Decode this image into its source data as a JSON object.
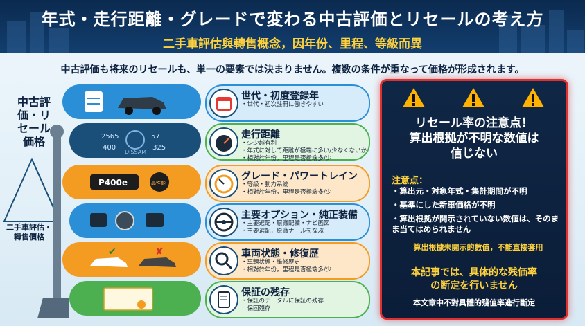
{
  "header": {
    "title": "年式・走行距離・グレードで変わる中古評価とリセールの考え方",
    "subtitle": "二手車評估與轉售概念，因年份、里程、等級而異"
  },
  "intro": "中古評価も将来のリセールも、単一の要素では決まりません。複数の条件が重なって価格が形成されます。",
  "left": {
    "label": "中古評価・リセール価格",
    "sublabel": "二手車評估・轉售價格"
  },
  "bands": {
    "odometer_left": "2565",
    "odometer_left2": "400",
    "odometer_right": "57",
    "odometer_right2": "325",
    "dash_brand": "DISSAM",
    "badge": "P400e",
    "gauge_label": "高性能"
  },
  "rows": [
    {
      "title": "世代・初度登録年",
      "bullets": [
        "・世代・初次註冊に働きやすい"
      ],
      "icon": "calendar-icon"
    },
    {
      "title": "走行距離",
      "bullets": [
        "・少少越有利",
        "・年式に対して距離が極端に多い/少なくないか",
        "・相對於年份，里程是否極端多/少"
      ],
      "icon": "speedometer-icon"
    },
    {
      "title": "グレード・パワートレイン",
      "bullets": [
        "・等級・動力系統",
        "・相對於年份，里程是否極端多/少"
      ],
      "icon": "gauge-icon"
    },
    {
      "title": "主要オプション・純正装備",
      "bullets": [
        "・主要選配・原廠配備・ナビ画図",
        "・主要選配，原廠ナールをなぶ"
      ],
      "icon": "steering-wheel-icon"
    },
    {
      "title": "車両状態・修復歴",
      "bullets": [
        "・車輌状態・維修歷史",
        "・相對於年份，里程是否極端多/少"
      ],
      "icon": "magnifier-icon"
    },
    {
      "title": "保証の残存",
      "bullets": [
        "・保証のデータルに保証の残存",
        "　保固殘存"
      ],
      "icon": "document-icon"
    }
  ],
  "panel": {
    "heading": [
      "リセール率の注意点！",
      "算出根拠が不明な数値は",
      "信じない"
    ],
    "label": "注意点：",
    "items": [
      "・算出元・対象年式・集計期間が不明",
      "・基準にした新車価格が不明",
      "・算出根拠が開示されていない数値は、そのまま当てはめられません"
    ],
    "note": "算出根據未開示的數值，不能直接套用",
    "bottom": [
      "本記事では、具体的な残価率",
      "の断定を行いません"
    ],
    "bottom2": "本文章中不對具體的殘值率進行斷定"
  },
  "colors": {
    "navy": "#0b2a4f",
    "blue": "#2a8fd6",
    "orange": "#f39c21",
    "green": "#4caf50",
    "red": "#e03131",
    "yellow": "#ffd23c"
  }
}
